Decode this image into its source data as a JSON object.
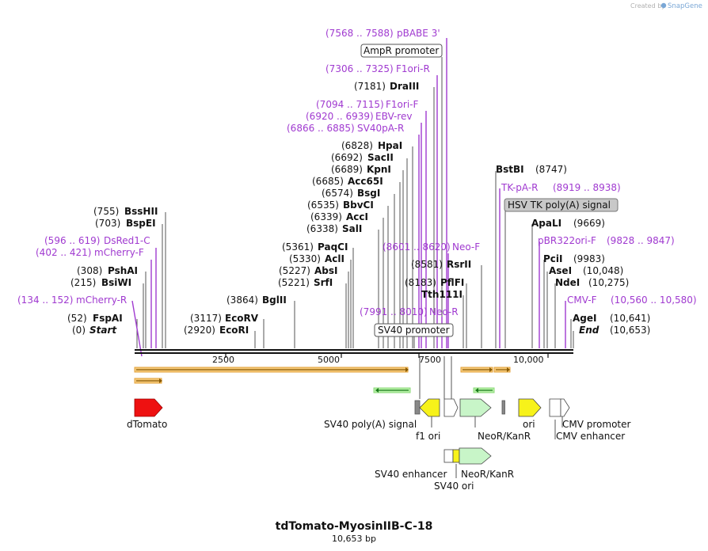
{
  "header": {
    "created_by": "Created by",
    "brand": "SnapGene"
  },
  "plasmid": {
    "name": "tdTomato-MyosinIIB-C-18",
    "size_label": "10,653 bp"
  },
  "ruler": {
    "ticks": [
      "2500",
      "5000",
      "7500",
      "10,000"
    ]
  },
  "left_labels": [
    {
      "pos": "(755)",
      "name": "BssHII"
    },
    {
      "pos": "(703)",
      "name": "BspEI"
    },
    {
      "pos": "(596 .. 619)",
      "name": "DsRed1-C",
      "primer": true
    },
    {
      "pos": "(402 .. 421)",
      "name": "mCherry-F",
      "primer": true
    },
    {
      "pos": "(308)",
      "name": "PshAI"
    },
    {
      "pos": "(215)",
      "name": "BsiWI"
    },
    {
      "pos": "(134 .. 152)",
      "name": "mCherry-R",
      "primer": true
    },
    {
      "pos": "(52)",
      "name": "FspAI"
    },
    {
      "pos": "(0)",
      "name": "Start"
    }
  ],
  "mid_labels": [
    {
      "pos": "(3117)",
      "name": "EcoRV"
    },
    {
      "pos": "(2920)",
      "name": "EcoRI"
    },
    {
      "pos": "(3864)",
      "name": "BglII"
    }
  ],
  "center_labels": [
    {
      "pos": "(7568 .. 7588)",
      "name": "pBABE 3'",
      "primer": true
    },
    {
      "name": "AmpR promoter",
      "boxed": true
    },
    {
      "pos": "(7306 .. 7325)",
      "name": "F1ori-R",
      "primer": true
    },
    {
      "pos": "(7181)",
      "name": "DraIII"
    },
    {
      "pos": "(7094 .. 7115)",
      "name": "F1ori-F",
      "primer": true
    },
    {
      "pos": "(6920 .. 6939)",
      "name": "EBV-rev",
      "primer": true
    },
    {
      "pos": "(6866 .. 6885)",
      "name": "SV40pA-R",
      "primer": true
    },
    {
      "pos": "(6828)",
      "name": "HpaI"
    },
    {
      "pos": "(6692)",
      "name": "SacII"
    },
    {
      "pos": "(6689)",
      "name": "KpnI"
    },
    {
      "pos": "(6685)",
      "name": "Acc65I"
    },
    {
      "pos": "(6574)",
      "name": "BsgI"
    },
    {
      "pos": "(6535)",
      "name": "BbvCI"
    },
    {
      "pos": "(6339)",
      "name": "AccI"
    },
    {
      "pos": "(6338)",
      "name": "SalI"
    },
    {
      "pos": "(5361)",
      "name": "PaqCI"
    },
    {
      "pos": "(5330)",
      "name": "AclI"
    },
    {
      "pos": "(5227)",
      "name": "AbsI"
    },
    {
      "pos": "(5221)",
      "name": "SrfI"
    }
  ],
  "inner_labels": [
    {
      "pos": "(8601 .. 8620)",
      "name": "Neo-F",
      "primer": true
    },
    {
      "pos": "(8581)",
      "name": "RsrII"
    },
    {
      "pos": "(8183)",
      "name": "PflFI"
    },
    {
      "name": "Tth111I"
    },
    {
      "pos": "(7991 .. 8010)",
      "name": "Neo-R",
      "primer": true
    },
    {
      "name": "SV40 promoter",
      "boxed": true
    }
  ],
  "right_labels": [
    {
      "name": "BstBI",
      "pos": "(8747)"
    },
    {
      "name": "TK-pA-R",
      "pos": "(8919 .. 8938)",
      "primer": true
    },
    {
      "name": "HSV TK poly(A) signal",
      "boxed": true
    },
    {
      "name": "ApaLI",
      "pos": "(9669)"
    },
    {
      "name": "pBR322ori-F",
      "pos": "(9828 .. 9847)",
      "primer": true
    },
    {
      "name": "PciI",
      "pos": "(9983)"
    },
    {
      "name": "AseI",
      "pos": "(10,048)"
    },
    {
      "name": "NdeI",
      "pos": "(10,275)"
    },
    {
      "name": "CMV-F",
      "pos": "(10,560 .. 10,580)",
      "primer": true
    },
    {
      "name": "AgeI",
      "pos": "(10,641)"
    },
    {
      "name": "End",
      "pos": "(10,653)"
    }
  ],
  "features": {
    "dtomato": "dTomato",
    "sv40_polya": "SV40 poly(A) signal",
    "f1_ori": "f1 ori",
    "neor_kanr": "NeoR/KanR",
    "ori": "ori",
    "cmv_promoter": "CMV promoter",
    "cmv_enhancer": "CMV enhancer",
    "sv40_enhancer": "SV40 enhancer",
    "neor_kanr_2": "NeoR/KanR",
    "sv40_ori": "SV40 ori"
  },
  "colors": {
    "primer": "#a03ad0",
    "enzyme": "#111111",
    "dtomato": "#ee1111",
    "yellow": "#f7f21a",
    "green": "#c8f5c8",
    "orf_fill": "#f5c97a",
    "orf_arrow": "#8a5a00"
  }
}
